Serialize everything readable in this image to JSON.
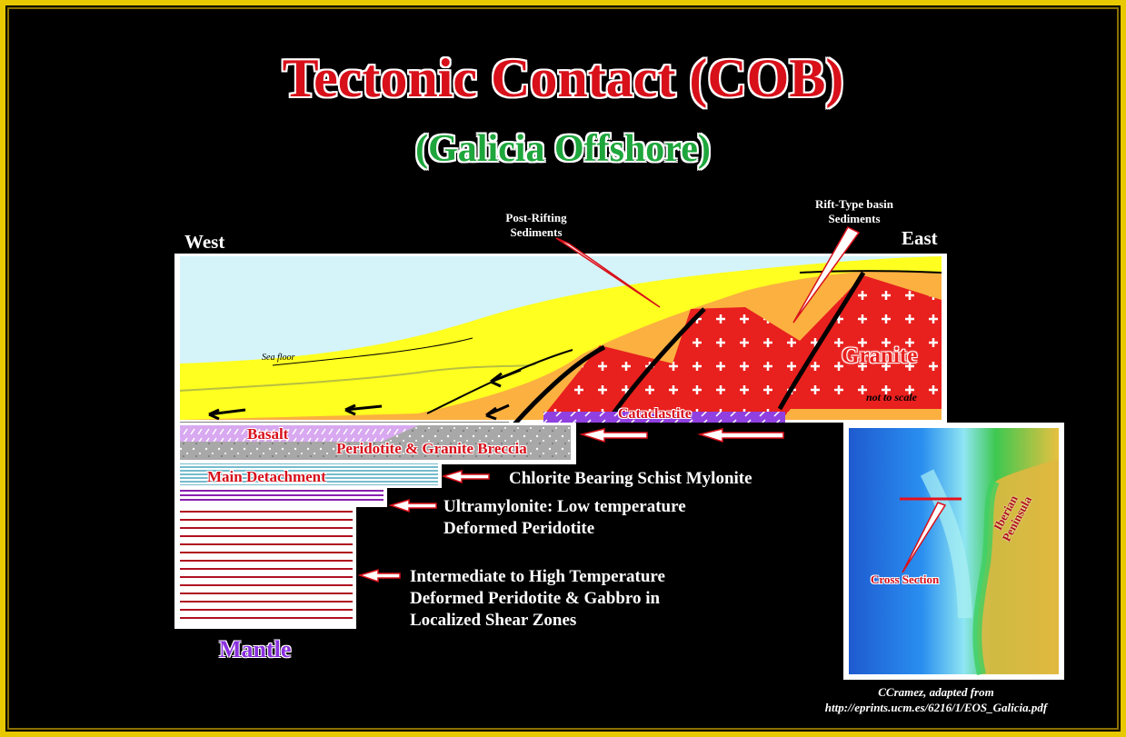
{
  "title": "Tectonic Contact (COB)",
  "subtitle": "(Galicia  Offshore)",
  "directions": {
    "west": "West",
    "east": "East"
  },
  "callouts": {
    "post_rifting": [
      "Post-Rifting",
      "Sediments"
    ],
    "rift_type": [
      "Rift-Type basin",
      "Sediments"
    ]
  },
  "section_labels": {
    "sea_floor": "Sea floor",
    "granite": "Granite",
    "not_to_scale": "not to scale",
    "cataclastite": "Cataclastite",
    "basalt": "Basalt",
    "breccia": "Peridotite & Granite Breccia",
    "main_detachment": "Main Detachment",
    "mantle": "Mantle"
  },
  "legend": {
    "chlorite": "Chlorite Bearing Schist Mylonite",
    "ultramylonite": [
      "Ultramylonite: Low temperature",
      "Deformed Peridotite"
    ],
    "intermediate": [
      "Intermediate to High Temperature",
      "Deformed Peridotite & Gabbro in",
      "Localized Shear Zones"
    ]
  },
  "inset_map": {
    "cross_section": "Cross Section",
    "peninsula": [
      "Iberian",
      "Peninsula"
    ]
  },
  "credit": [
    "CCramez, adapted from",
    "http://eprints.ucm.es/6216/1/EOS_Galicia.pdf"
  ],
  "colors": {
    "frame": "#e8c800",
    "title": "#d8101a",
    "subtitle": "#1ea63c",
    "granite": "#e8201e",
    "sediment_yellow": "#ffff20",
    "sediment_orange": "#fbb040",
    "sea": "#d4f4fa",
    "mantle_lines": "#b01020",
    "mantle_label": "#8a30e0"
  }
}
